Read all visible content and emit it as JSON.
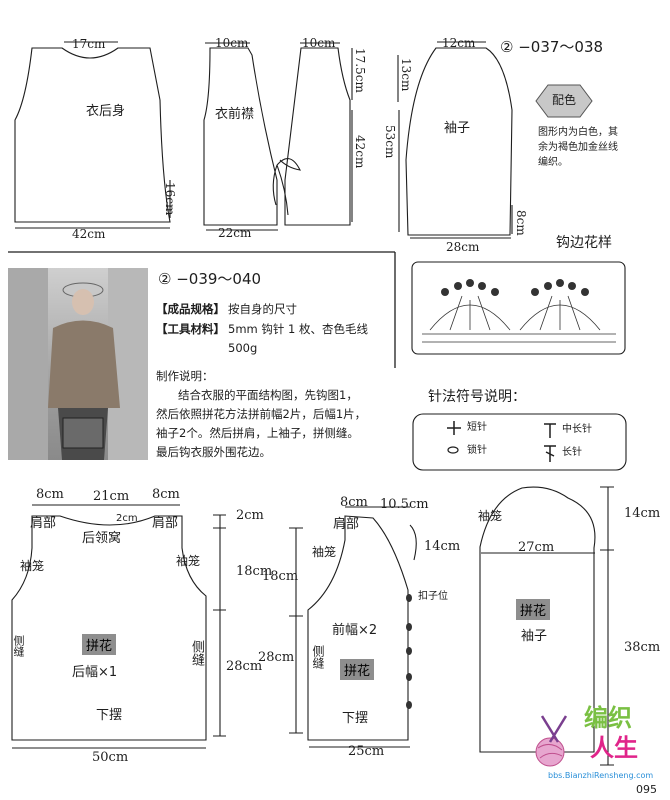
{
  "top": {
    "back": {
      "label": "衣后身",
      "shoulder": "17cm",
      "width": "42cm",
      "side": "16cm"
    },
    "front": {
      "label": "衣前襟",
      "left": "10cm",
      "right": "10cm",
      "neck": "17.5cm",
      "height": "42cm",
      "width": "22cm"
    },
    "sleeve": {
      "label": "袖子",
      "top": "12cm",
      "cap": "13cm",
      "length": "53cm",
      "cuff": "8cm",
      "width": "28cm"
    },
    "pattern_no": "② −037～038",
    "color_badge": "配色",
    "color_note": [
      "图形内为白色，其",
      "余为褐色加金丝线",
      "编织。"
    ],
    "edging_title": "钩边花样"
  },
  "middle": {
    "pattern_no": "② −039～040",
    "spec_label": "【成品规格】",
    "spec_value": "按自身的尺寸",
    "tools_label": "【工具材料】",
    "tools_value": "5mm 钩针 1 枚、杏色毛线",
    "tools_value2": "500g",
    "method_title": "制作说明：",
    "method_lines": [
      "结合衣服的平面结构图，先钩图1，",
      "然后依照拼花方法拼前幅2片，后幅1片，",
      "袖子2个。然后拼肩，上袖子，拼侧缝。",
      "最后钩衣服外围花边。"
    ],
    "legend_title": "针法符号说明：",
    "legend": {
      "short": "短针",
      "chain": "锁针",
      "half": "中长针",
      "long": "长针"
    }
  },
  "bottom": {
    "back": {
      "m1": "8cm",
      "m2": "21cm",
      "m3": "8cm",
      "shoulder_l": "肩部",
      "shoulder_r": "肩部",
      "neck": "后领窝",
      "neck_depth": "2cm",
      "armhole_l": "袖笼",
      "armhole_r": "袖笼",
      "side_l": "侧缝",
      "side_r": "侧缝",
      "motif": "拼花",
      "name": "后幅×1",
      "hem": "下摆",
      "width": "50cm",
      "d1": "2cm",
      "d2": "18cm",
      "d3": "28cm"
    },
    "front": {
      "m1": "8cm",
      "m2": "10.5cm",
      "shoulder": "肩部",
      "armhole": "袖笼",
      "neck": "14cm",
      "button": "扣子位",
      "name": "前幅×2",
      "side": "侧缝",
      "motif": "拼花",
      "hem": "下摆",
      "width": "25cm",
      "d1": "18cm",
      "d2": "28cm"
    },
    "sleeve": {
      "armhole": "袖笼",
      "cap": "14cm",
      "width": "27cm",
      "motif": "拼花",
      "name": "袖子",
      "length": "38cm"
    }
  },
  "footer": {
    "logo_a": "编织",
    "logo_b": "人生",
    "site": "bbs.BianzhiRensheng.com",
    "page": "095"
  },
  "colors": {
    "ink": "#1e1e1e",
    "pill": "#8e8e8e",
    "logo_green": "#7ac043",
    "logo_pink": "#e0248a",
    "logo_blue": "#2a8fd8"
  }
}
